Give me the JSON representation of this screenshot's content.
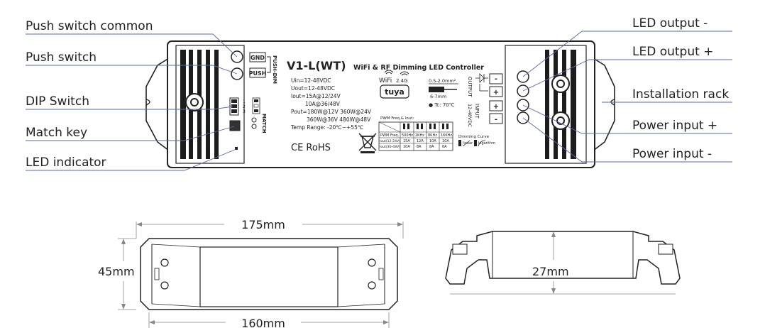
{
  "callouts": {
    "push_common": "Push switch common",
    "push_switch": "Push switch",
    "dip_switch": "DIP Switch",
    "match_key": "Match key",
    "led_indicator": "LED indicator",
    "led_out_minus": "LED output -",
    "led_out_plus": "LED output +",
    "install_rack": "Installation rack",
    "power_plus": "Power input +",
    "power_minus": "Power input -"
  },
  "device": {
    "model": "V1-L(WT)",
    "title": "WiFi & RF Dimming LED Controller",
    "gnd": "GND",
    "push": "PUSH",
    "push_dim": "PUSH-DIM",
    "match": "MATCH",
    "specs": [
      "Uin=12-48VDC",
      "Uout=12-48VDC",
      "Iout=15A@12/24V",
      "10A@36/48V",
      "Pout=180W@12V  360W@24V",
      "360W@36V  480W@48V",
      "Temp Range: -20℃~+55℃"
    ],
    "ce_rohs": "CE RoHS",
    "wifi": "WiFi",
    "wifi_band": "2.4G",
    "tuya": "tuya",
    "wire_size": "0.5-2.0mm²",
    "strip_len": "6-7mm",
    "tc": "● Tc: 70℃",
    "output": "OUTPUT",
    "input": "INPUT",
    "input_v": "12-48VDC",
    "term_minus": "-",
    "term_plus": "+",
    "dip_numbers": [
      "1",
      "2",
      "3"
    ],
    "pwm_title": "PWM Freq.& Iout:",
    "pwm_headers": [
      "PWM Freq.",
      "500Hz",
      "2KHz",
      "8KHz",
      "16KHz"
    ],
    "pwm_rows": [
      [
        "Iout(12-24V)",
        "15A",
        "12A",
        "10A",
        "10A"
      ],
      [
        "Iout(36-48V)",
        "10A",
        "8A",
        "8A",
        "6A"
      ]
    ],
    "curve_title": "Dimming Curve",
    "curve_linear": "linear",
    "curve_log": "logarithm"
  },
  "dimensions": {
    "length_outer": "175mm",
    "length_inner": "160mm",
    "width": "45mm",
    "height": "27mm"
  }
}
